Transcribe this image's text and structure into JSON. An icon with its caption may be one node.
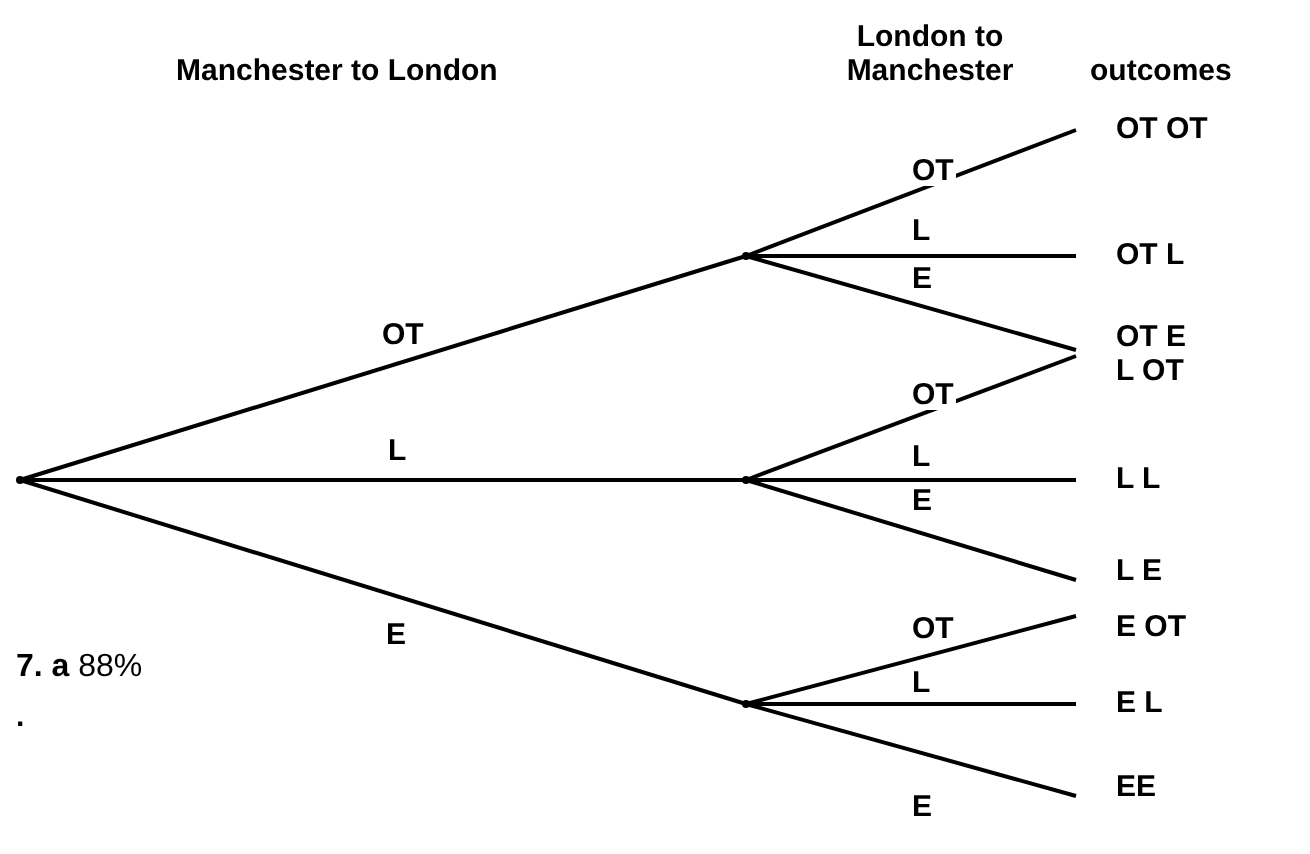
{
  "diagram": {
    "nodes": [
      {
        "text": [],
        "shape": "point"
      },
      {
        "text": [],
        "shape": "point"
      },
      {
        "text": [],
        "shape": "point"
      },
      {
        "text": [],
        "shape": "point"
      },
      {
        "text": [
          "OT OT"
        ]
      },
      {
        "text": [
          "OT L"
        ]
      },
      {
        "text": [
          "OT E"
        ]
      },
      {
        "text": [
          "L OT"
        ]
      },
      {
        "text": [
          "L L"
        ]
      },
      {
        "text": [
          "L E"
        ]
      },
      {
        "text": [
          "E OT"
        ]
      },
      {
        "text": [
          "E L"
        ]
      },
      {
        "text": [
          "EE"
        ]
      }
    ],
    "edges": [
      {
        "from": 0,
        "to": 1,
        "arrow": "none",
        "label": "OT"
      },
      {
        "from": 0,
        "to": 2,
        "arrow": "none",
        "label": "L"
      },
      {
        "from": 0,
        "to": 3,
        "arrow": "none",
        "label": "E"
      },
      {
        "from": 1,
        "to": 4,
        "arrow": "none",
        "label": "OT"
      },
      {
        "from": 1,
        "to": 5,
        "arrow": "none",
        "label": "L"
      },
      {
        "from": 1,
        "to": 6,
        "arrow": "none",
        "label": "E"
      },
      {
        "from": 2,
        "to": 7,
        "arrow": "none",
        "label": "OT"
      },
      {
        "from": 2,
        "to": 8,
        "arrow": "none",
        "label": "L"
      },
      {
        "from": 2,
        "to": 9,
        "arrow": "none",
        "label": "E"
      },
      {
        "from": 3,
        "to": 10,
        "arrow": "none",
        "label": "OT"
      },
      {
        "from": 3,
        "to": 11,
        "arrow": "none",
        "label": "L"
      },
      {
        "from": 3,
        "to": 12,
        "arrow": "none",
        "label": "E"
      }
    ],
    "labels": [
      "Manchester to London",
      "London to Manchester",
      "outcomes",
      "**7. a** 88%",
      "."
    ]
  }
}
